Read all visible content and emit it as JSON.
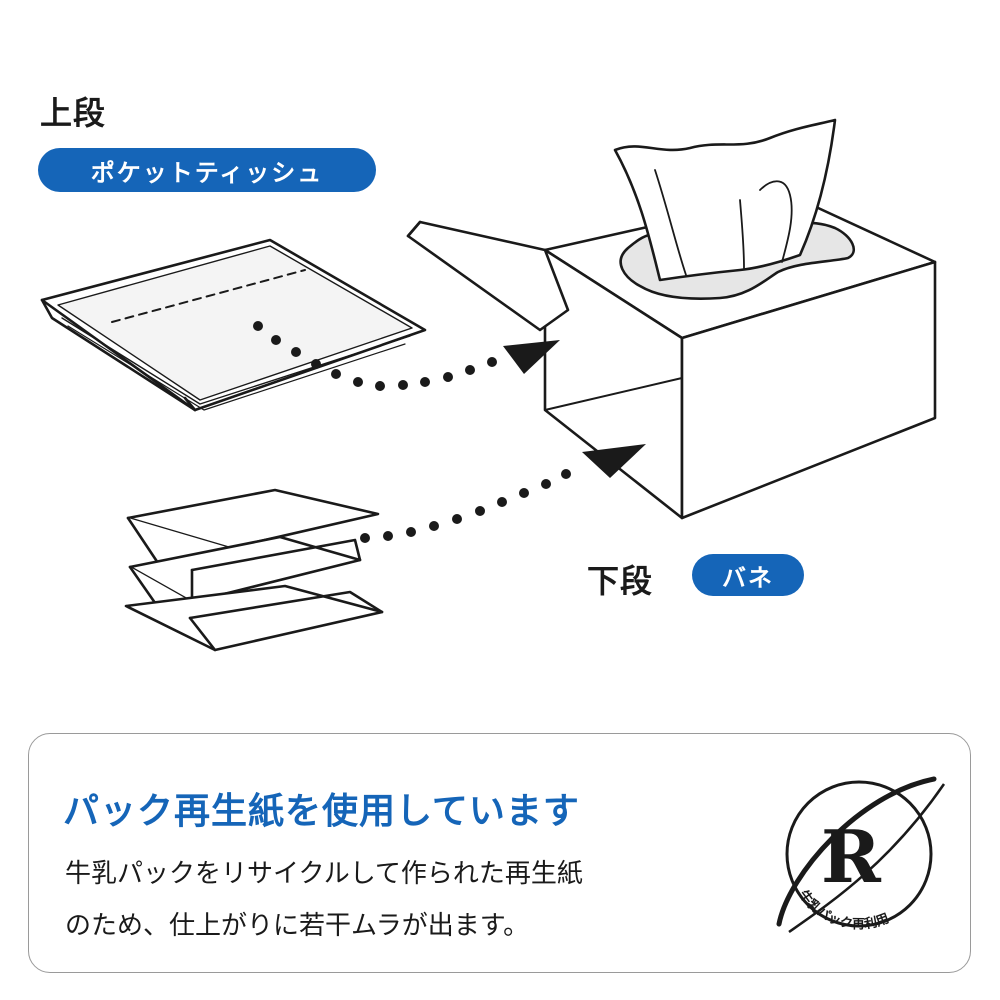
{
  "top_section": {
    "heading": "上段",
    "pill": "ポケットティッシュ"
  },
  "bottom_section": {
    "heading": "下段",
    "pill": "バネ"
  },
  "info": {
    "title": "パック再生紙を使用しています",
    "lines": [
      "牛乳パックをリサイクルして作られた再生紙",
      "のため、仕上がりに若干ムラが出ます。"
    ]
  },
  "recycle_mark": {
    "letter": "R",
    "ring_text": "牛乳パック再利用"
  },
  "colors": {
    "accent": "#1565b8",
    "line": "#1a1a1a",
    "fill_gray": "#e6e6e6"
  }
}
